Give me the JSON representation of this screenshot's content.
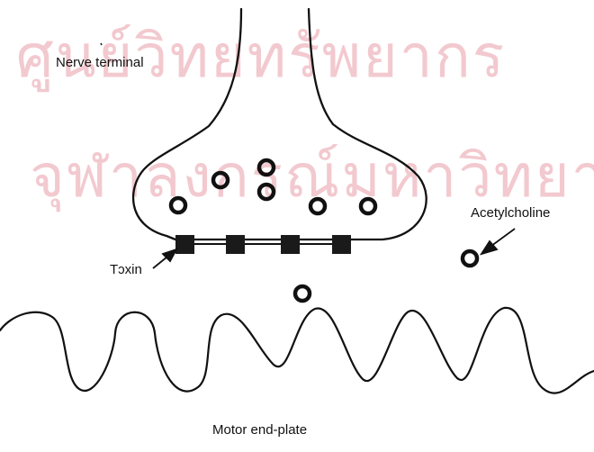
{
  "labels": {
    "nerve_terminal": "Nerve terminal",
    "acetylcholine": "Acetylcholine",
    "toxin": "Tɔxin",
    "motor_end_plate": "Motor end-plate"
  },
  "watermark": {
    "line1": "ศูนย์วิทยทรัพยากร",
    "line2": "จุฬาลงกรณ์มหาวิทยาลัย"
  },
  "colors": {
    "stroke": "#111111",
    "watermark": "#f2c9cf",
    "background": "#ffffff"
  }
}
